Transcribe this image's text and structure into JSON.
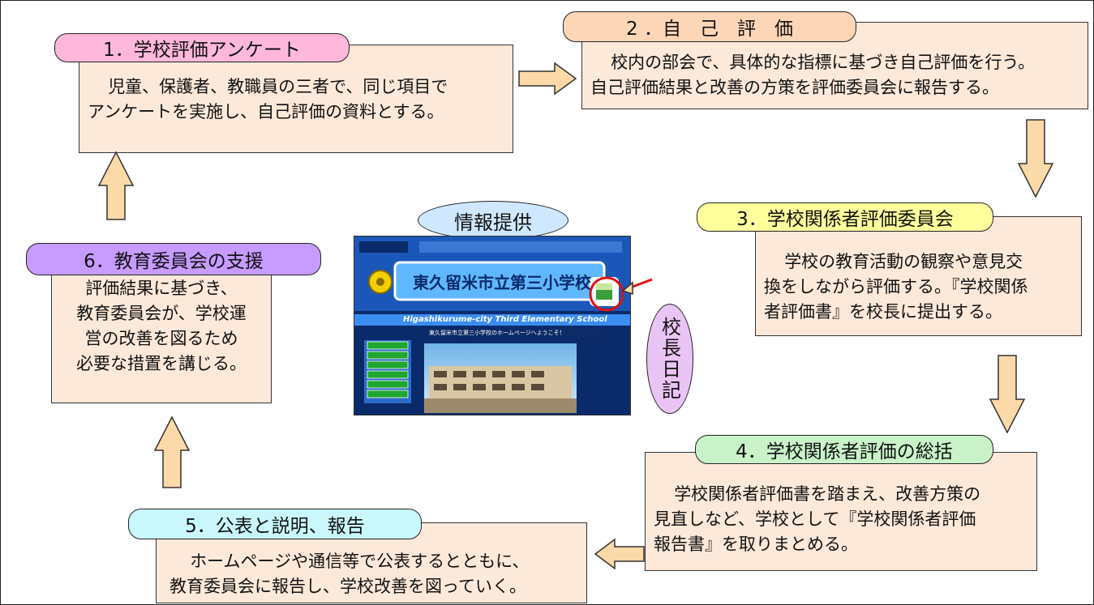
{
  "colors": {
    "box_fill": "#fde9da",
    "arrow_fill": "#fcd9a8",
    "tag1": "#ffb8dc",
    "tag2": "#fdd6b8",
    "tag3": "#ffff9c",
    "tag4": "#c9f2c9",
    "tag5": "#c9f7fb",
    "tag6": "#c79bff",
    "info_oval": "#cfe8ff",
    "diary_oval": "#eac4f5",
    "highlight_circle": "#e01010"
  },
  "step1": {
    "title": "1．学校評価アンケート",
    "lines": [
      "児童、保護者、教職員の三者で、同じ項目で",
      "アンケートを実施し、自己評価の資料とする。"
    ]
  },
  "step2": {
    "title": "2 ．自　己　評　価",
    "lines": [
      "校内の部会で、具体的な指標に基づき自己評価を行う。",
      "自己評価結果と改善の方策を評価委員会に報告する。"
    ]
  },
  "step3": {
    "title": "3．学校関係者評価委員会",
    "lines": [
      "学校の教育活動の観察や意見交",
      "換をしながら評価する。『学校関係",
      "者評価書』を校長に提出する。"
    ]
  },
  "step4": {
    "title": "4．学校関係者評価の総括",
    "lines": [
      "学校関係者評価書を踏まえ、改善方策の",
      "見直しなど、学校として『学校関係者評価",
      "報告書』を取りまとめる。"
    ]
  },
  "step5": {
    "title": "5．公表と説明、報告",
    "lines": [
      "ホームページや通信等で公表するとともに、",
      "教育委員会に報告し、学校改善を図っていく。"
    ]
  },
  "step6": {
    "title": "6．教育委員会の支援",
    "lines": [
      "評価結果に基づき、",
      "教育委員会が、学校運",
      "営の改善を図るため",
      "必要な措置を講じる。"
    ]
  },
  "info_label": "情報提供",
  "diary_label": "校長日記",
  "screenshot": {
    "school_name": "東久留米市立第三小学校",
    "english_name": "Higashikurume-city Third Elementary School",
    "welcome": "東久留米市立第三小学校のホームページへようこそ！"
  }
}
